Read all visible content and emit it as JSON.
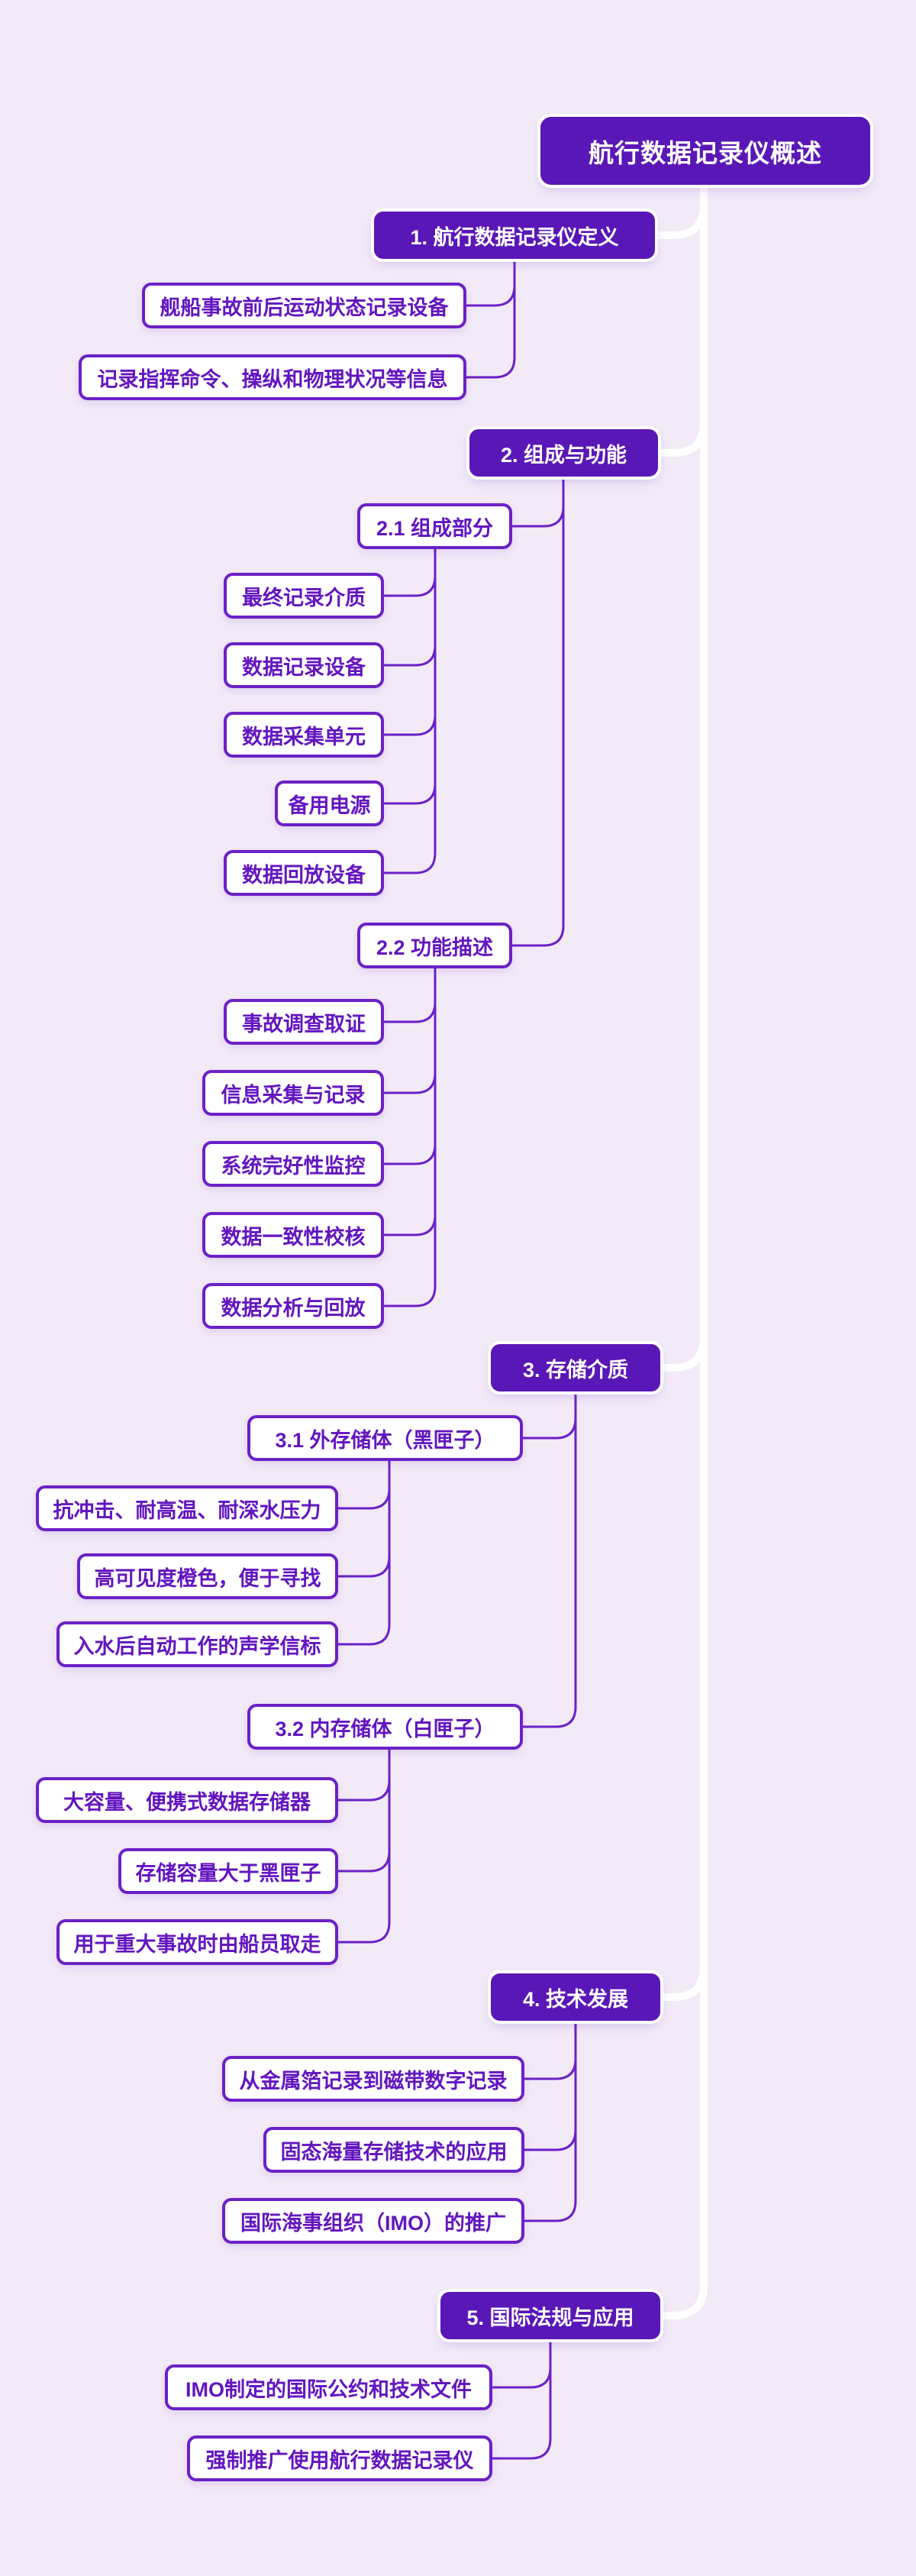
{
  "colors": {
    "background": "#f3eaf8",
    "topic_fill": "#5a17b7",
    "topic_text": "#ffffff",
    "leaf_border": "#6b21c6",
    "leaf_text": "#6316bf",
    "trunk_connector": "#ffffff",
    "sub_connector": "#6b21c6"
  },
  "mindmap": {
    "root": {
      "label": "航行数据记录仪概述"
    },
    "branches": [
      {
        "label": "1. 航行数据记录仪定义",
        "children": [
          {
            "label": "舰船事故前后运动状态记录设备"
          },
          {
            "label": "记录指挥命令、操纵和物理状况等信息"
          }
        ]
      },
      {
        "label": "2. 组成与功能",
        "children": [
          {
            "label": "2.1 组成部分",
            "children": [
              {
                "label": "最终记录介质"
              },
              {
                "label": "数据记录设备"
              },
              {
                "label": "数据采集单元"
              },
              {
                "label": "备用电源"
              },
              {
                "label": "数据回放设备"
              }
            ]
          },
          {
            "label": "2.2 功能描述",
            "children": [
              {
                "label": "事故调查取证"
              },
              {
                "label": "信息采集与记录"
              },
              {
                "label": "系统完好性监控"
              },
              {
                "label": "数据一致性校核"
              },
              {
                "label": "数据分析与回放"
              }
            ]
          }
        ]
      },
      {
        "label": "3. 存储介质",
        "children": [
          {
            "label": "3.1 外存储体（黑匣子）",
            "children": [
              {
                "label": "抗冲击、耐高温、耐深水压力"
              },
              {
                "label": "高可见度橙色，便于寻找"
              },
              {
                "label": "入水后自动工作的声学信标"
              }
            ]
          },
          {
            "label": "3.2 内存储体（白匣子）",
            "children": [
              {
                "label": "大容量、便携式数据存储器"
              },
              {
                "label": "存储容量大于黑匣子"
              },
              {
                "label": "用于重大事故时由船员取走"
              }
            ]
          }
        ]
      },
      {
        "label": "4. 技术发展",
        "children": [
          {
            "label": "从金属箔记录到磁带数字记录"
          },
          {
            "label": "固态海量存储技术的应用"
          },
          {
            "label": "国际海事组织（IMO）的推广"
          }
        ]
      },
      {
        "label": "5. 国际法规与应用",
        "children": [
          {
            "label": "IMO制定的国际公约和技术文件"
          },
          {
            "label": "强制推广使用航行数据记录仪"
          }
        ]
      }
    ]
  }
}
